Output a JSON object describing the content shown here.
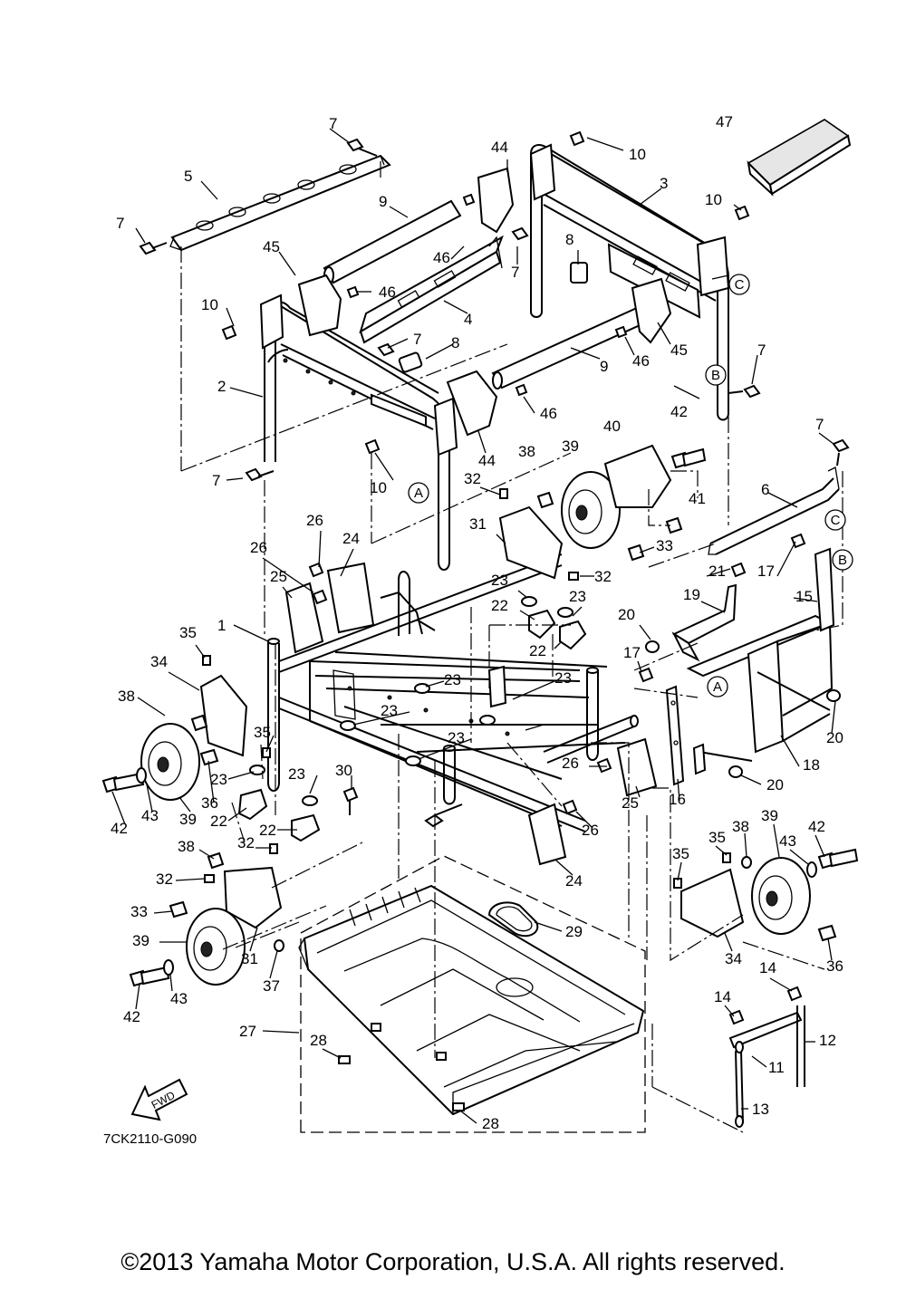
{
  "drawing_code": "7CK2110-G090",
  "copyright": "©2013 Yamaha Motor Corporation, U.S.A. All rights reserved.",
  "fwd_label": "FWD",
  "ref_markers": [
    "A",
    "B",
    "C"
  ],
  "callouts": [
    "1",
    "2",
    "3",
    "4",
    "5",
    "6",
    "7",
    "8",
    "9",
    "10",
    "11",
    "12",
    "13",
    "14",
    "15",
    "16",
    "17",
    "18",
    "19",
    "20",
    "21",
    "22",
    "23",
    "24",
    "25",
    "26",
    "27",
    "28",
    "29",
    "30",
    "31",
    "32",
    "33",
    "34",
    "35",
    "36",
    "37",
    "38",
    "39",
    "40",
    "41",
    "42",
    "43",
    "44",
    "45",
    "46",
    "47"
  ]
}
